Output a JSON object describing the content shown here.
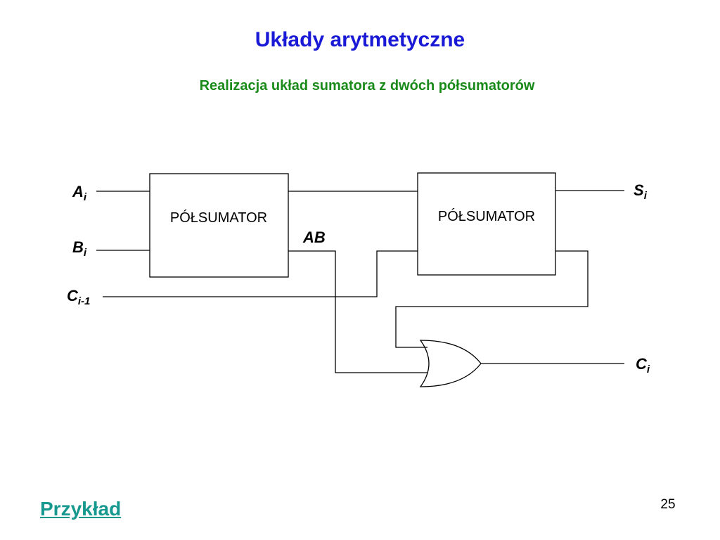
{
  "slide": {
    "title": "Układy arytmetyczne",
    "subtitle": "Realizacja układ sumatora z dwóch półsumatorów",
    "link_label": "Przykład",
    "page_number": "25"
  },
  "diagram": {
    "half_adder_1_label": "PÓŁSUMATOR",
    "half_adder_2_label": "PÓŁSUMATOR",
    "intermediate_label": "AB",
    "inputs": {
      "a": {
        "main": "A",
        "sub": "i"
      },
      "b": {
        "main": "B",
        "sub": "i"
      },
      "c": {
        "main": "C",
        "sub": "i-1"
      }
    },
    "outputs": {
      "s": {
        "main": "S",
        "sub": "i"
      },
      "c": {
        "main": "C",
        "sub": "i"
      }
    }
  }
}
